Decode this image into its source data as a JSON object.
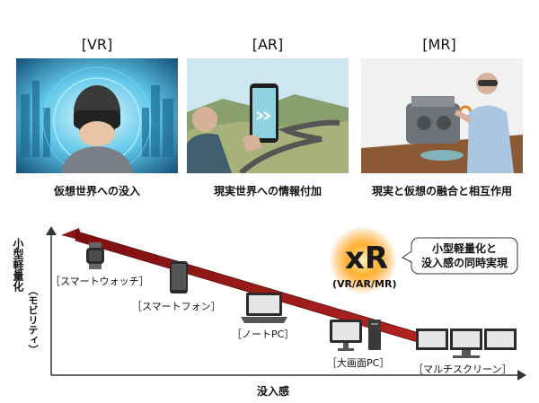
{
  "panels": [
    {
      "title": "[VR]",
      "caption": "仮想世界への没入"
    },
    {
      "title": "[AR]",
      "caption": "現実世界への情報付加"
    },
    {
      "title": "[MR]",
      "caption": "現実と仮想の融合と相互作用"
    }
  ],
  "chart": {
    "ylabel_main": "小型軽量化",
    "ylabel_sub": "（モビリティ）",
    "xlabel": "没入感",
    "xr_title": "xR",
    "xr_sub": "(VR/AR/MR)",
    "bubble_line1": "小型軽量化と",
    "bubble_line2": "没入感の同時実現",
    "devices": [
      {
        "label": "［スマートウォッチ］",
        "icon": "smartwatch-icon"
      },
      {
        "label": "［スマートフォン］",
        "icon": "smartphone-icon"
      },
      {
        "label": "［ノートPC］",
        "icon": "laptop-icon"
      },
      {
        "label": "［大画面PC］",
        "icon": "desktop-pc-icon"
      },
      {
        "label": "［マルチスクリーン］",
        "icon": "multi-screen-icon"
      }
    ]
  },
  "colors": {
    "arrow": "#9e1b1b",
    "glow": "#ff8a00"
  }
}
